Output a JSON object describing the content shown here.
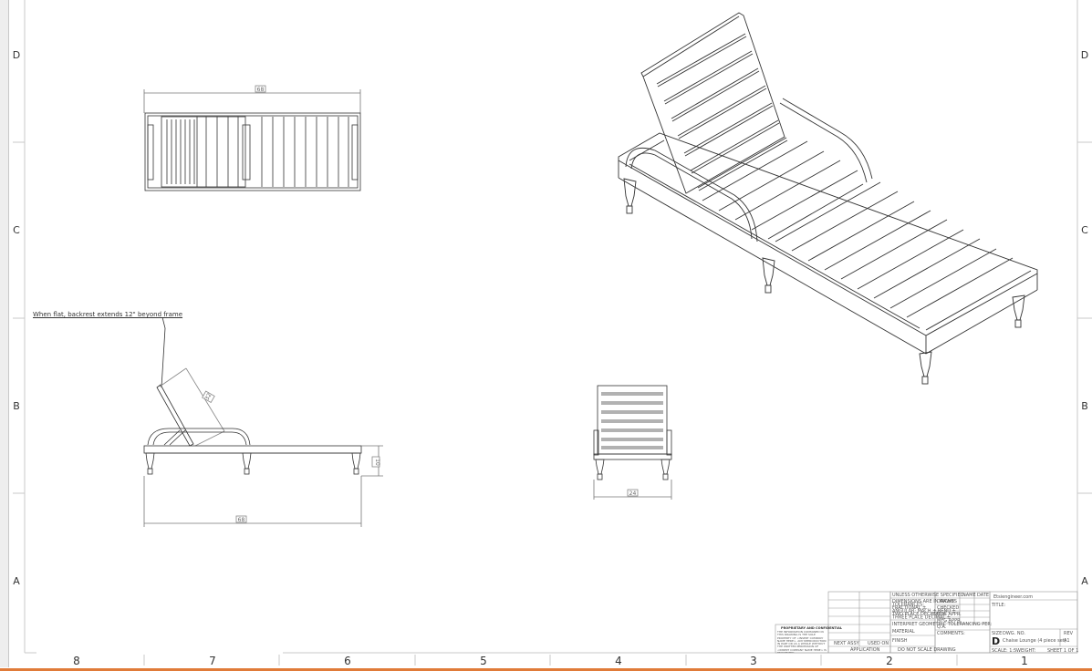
{
  "drawing": {
    "zone_letters_left": [
      "D",
      "C",
      "B",
      "A"
    ],
    "zone_letters_right": [
      "D",
      "C",
      "B",
      "A"
    ],
    "zone_numbers": [
      "8",
      "7",
      "6",
      "5",
      "4",
      "3",
      "2",
      "1"
    ],
    "annotation": "When flat, backrest extends 12\" beyond frame",
    "views": {
      "top": {
        "label": "top-view",
        "width_dim": "68"
      },
      "side": {
        "label": "side-view",
        "length_dim": "68",
        "height_dim": "10",
        "backrest_dim": "32"
      },
      "front": {
        "label": "front-view",
        "width_dim": "24"
      },
      "iso": {
        "label": "isometric-view"
      }
    }
  },
  "title_block": {
    "company": "Etsiengineer.com",
    "title_label": "TITLE:",
    "size_label": "SIZE",
    "size": "D",
    "dwg_no_label": "DWG. NO.",
    "dwg_no": "Chaise Lounge (4 piece set)",
    "rev_label": "REV",
    "rev": "A1",
    "scale": "SCALE: 1:5",
    "weight": "WEIGHT:",
    "sheet": "SHEET 1 OF 1",
    "name_label": "NAME",
    "date_label": "DATE",
    "rows": [
      "DRAWN",
      "CHECKED",
      "ENG APPR.",
      "MFG APPR.",
      "Q.A.",
      "COMMENTS:"
    ],
    "tolerance_header": "UNLESS OTHERWISE SPECIFIED:",
    "tolerance_lines": [
      "DIMENSIONS ARE IN INCHES",
      "TOLERANCES:",
      "FRACTIONAL ±",
      "ANGULAR: MACH ±  BEND ±",
      "TWO PLACE DECIMAL  ±",
      "THREE PLACE DECIMAL  ±"
    ],
    "interpret": "INTERPRET GEOMETRIC TOLERANCING PER:",
    "material": "MATERIAL",
    "finish": "FINISH",
    "next_assy": "NEXT ASSY",
    "used_on": "USED ON",
    "application": "APPLICATION",
    "do_not_scale": "DO NOT SCALE DRAWING",
    "proprietary_header": "PROPRIETARY AND CONFIDENTIAL",
    "proprietary_text": "THE INFORMATION CONTAINED IN THIS DRAWING IS THE SOLE PROPERTY OF <INSERT COMPANY NAME HERE>. ANY REPRODUCTION IN PART OR AS A WHOLE WITHOUT THE WRITTEN PERMISSION OF <INSERT COMPANY NAME HERE> IS PROHIBITED."
  },
  "colors": {
    "line": "#333333",
    "dim_line": "#777777",
    "accent_bar": "#e07b39",
    "gutter": "#eeeeee"
  }
}
